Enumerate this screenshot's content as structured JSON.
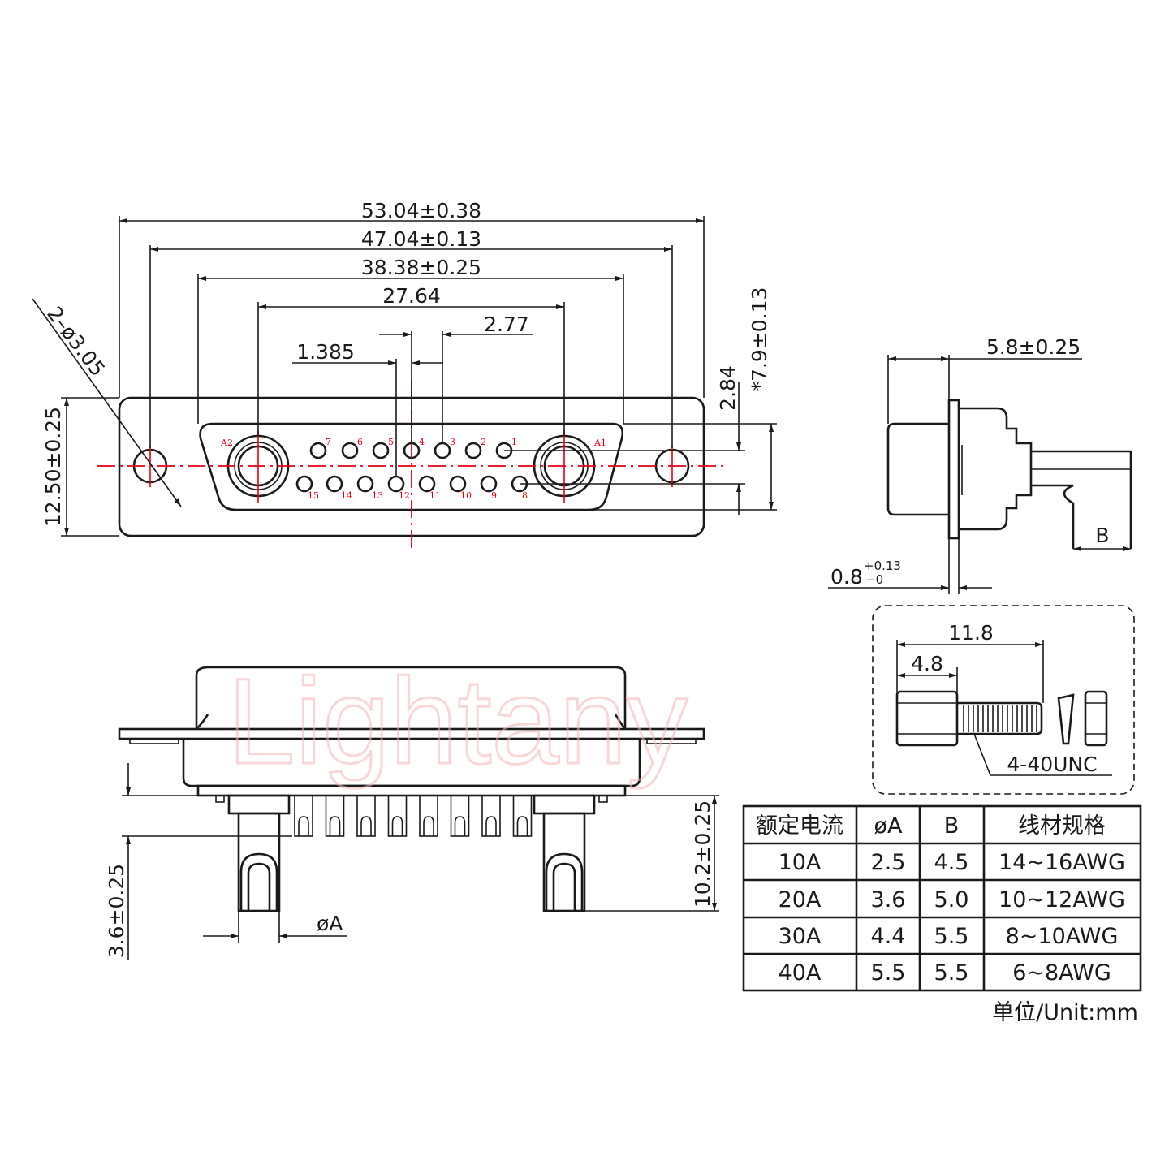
{
  "watermark": "Lightany",
  "front_view": {
    "dim_overall_width": "53.04±0.38",
    "dim_mount_hole_spacing": "47.04±0.13",
    "dim_shell_width": "38.38±0.25",
    "dim_coax_spacing": "27.64",
    "dim_pin_pitch_row1": "2.77",
    "dim_pin_offset": "1.385",
    "dim_mount_hole": "2–ø3.05",
    "dim_height": "12.50±0.25",
    "dim_row_spacing": "2.84",
    "dim_shell_height": "*7.9±0.13",
    "contact_labels_a": [
      "A2",
      "A1"
    ],
    "pins_row1": [
      "7",
      "6",
      "5",
      "4",
      "3",
      "2",
      "1"
    ],
    "pins_row2": [
      "15",
      "14",
      "13",
      "12",
      "11",
      "10",
      "9",
      "8"
    ]
  },
  "side_view": {
    "dim_depth": "5.8±0.25",
    "dim_flange": "0.8",
    "dim_flange_tol_upper": "+0.13",
    "dim_flange_tol_lower": "−0",
    "label_b": "B"
  },
  "screw_detail": {
    "dim_total": "11.8",
    "dim_hex": "4.8",
    "thread": "4-40UNC"
  },
  "bottom_view": {
    "dim_terminal_length": "10.2±0.25",
    "dim_tail": "3.6±0.25",
    "label_diameter": "øA"
  },
  "spec_table": {
    "headers": [
      "额定电流",
      "øA",
      "B",
      "线材规格"
    ],
    "rows": [
      [
        "10A",
        "2.5",
        "4.5",
        "14~16AWG"
      ],
      [
        "20A",
        "3.6",
        "5.0",
        "10~12AWG"
      ],
      [
        "30A",
        "4.4",
        "5.5",
        "8~10AWG"
      ],
      [
        "40A",
        "5.5",
        "5.5",
        "6~8AWG"
      ]
    ]
  },
  "unit_note": "单位/Unit:mm",
  "colors": {
    "line": "#1a1a1a",
    "centerline": "#e60012",
    "watermark": "#f2b7b9"
  }
}
